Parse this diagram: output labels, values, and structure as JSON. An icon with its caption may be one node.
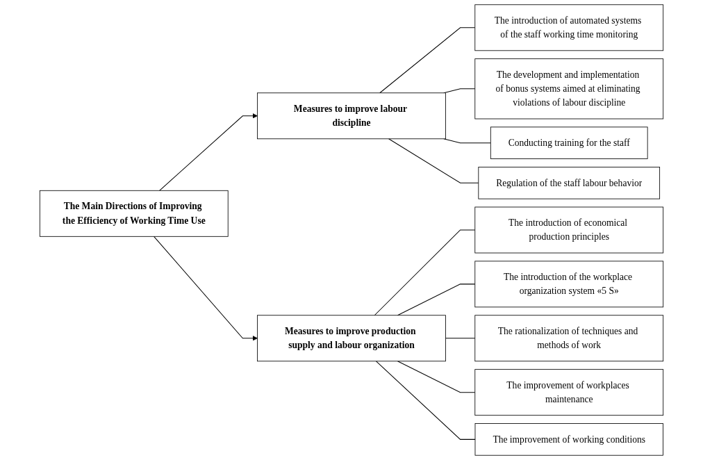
{
  "diagram": {
    "nodes": [
      {
        "text": [
          "The Main Directions of Improving the Efficiency of Working Time Use"
        ]
      },
      {
        "text": [
          "Measures to improve labour discipline"
        ]
      },
      {
        "text": [
          "Measures to improve production supply and labour organization"
        ]
      },
      {
        "text": [
          "The introduction of automated systems of the staff working time monitoring"
        ]
      },
      {
        "text": [
          "The development and implementation of bonus systems aimed at eliminating violations of labour discipline"
        ]
      },
      {
        "text": [
          "Conducting training for the staff"
        ]
      },
      {
        "text": [
          "Regulation of the staff labour behavior"
        ]
      },
      {
        "text": [
          "The introduction of economical production principles"
        ]
      },
      {
        "text": [
          "The introduction of the workplace organization system «5 S»"
        ]
      },
      {
        "text": [
          "The rationalization of techniques and methods of work"
        ]
      },
      {
        "text": [
          "The improvement of workplaces maintenance"
        ]
      },
      {
        "text": [
          "The improvement of working conditions"
        ]
      }
    ],
    "edges": [
      {
        "from": 0,
        "to": 1,
        "arrow": "to"
      },
      {
        "from": 0,
        "to": 2,
        "arrow": "to"
      },
      {
        "from": 1,
        "to": 3,
        "arrow": "none"
      },
      {
        "from": 1,
        "to": 4,
        "arrow": "none"
      },
      {
        "from": 1,
        "to": 5,
        "arrow": "none"
      },
      {
        "from": 1,
        "to": 6,
        "arrow": "none"
      },
      {
        "from": 2,
        "to": 7,
        "arrow": "none"
      },
      {
        "from": 2,
        "to": 8,
        "arrow": "none"
      },
      {
        "from": 2,
        "to": 9,
        "arrow": "none"
      },
      {
        "from": 2,
        "to": 10,
        "arrow": "none"
      },
      {
        "from": 2,
        "to": 11,
        "arrow": "none"
      }
    ]
  }
}
